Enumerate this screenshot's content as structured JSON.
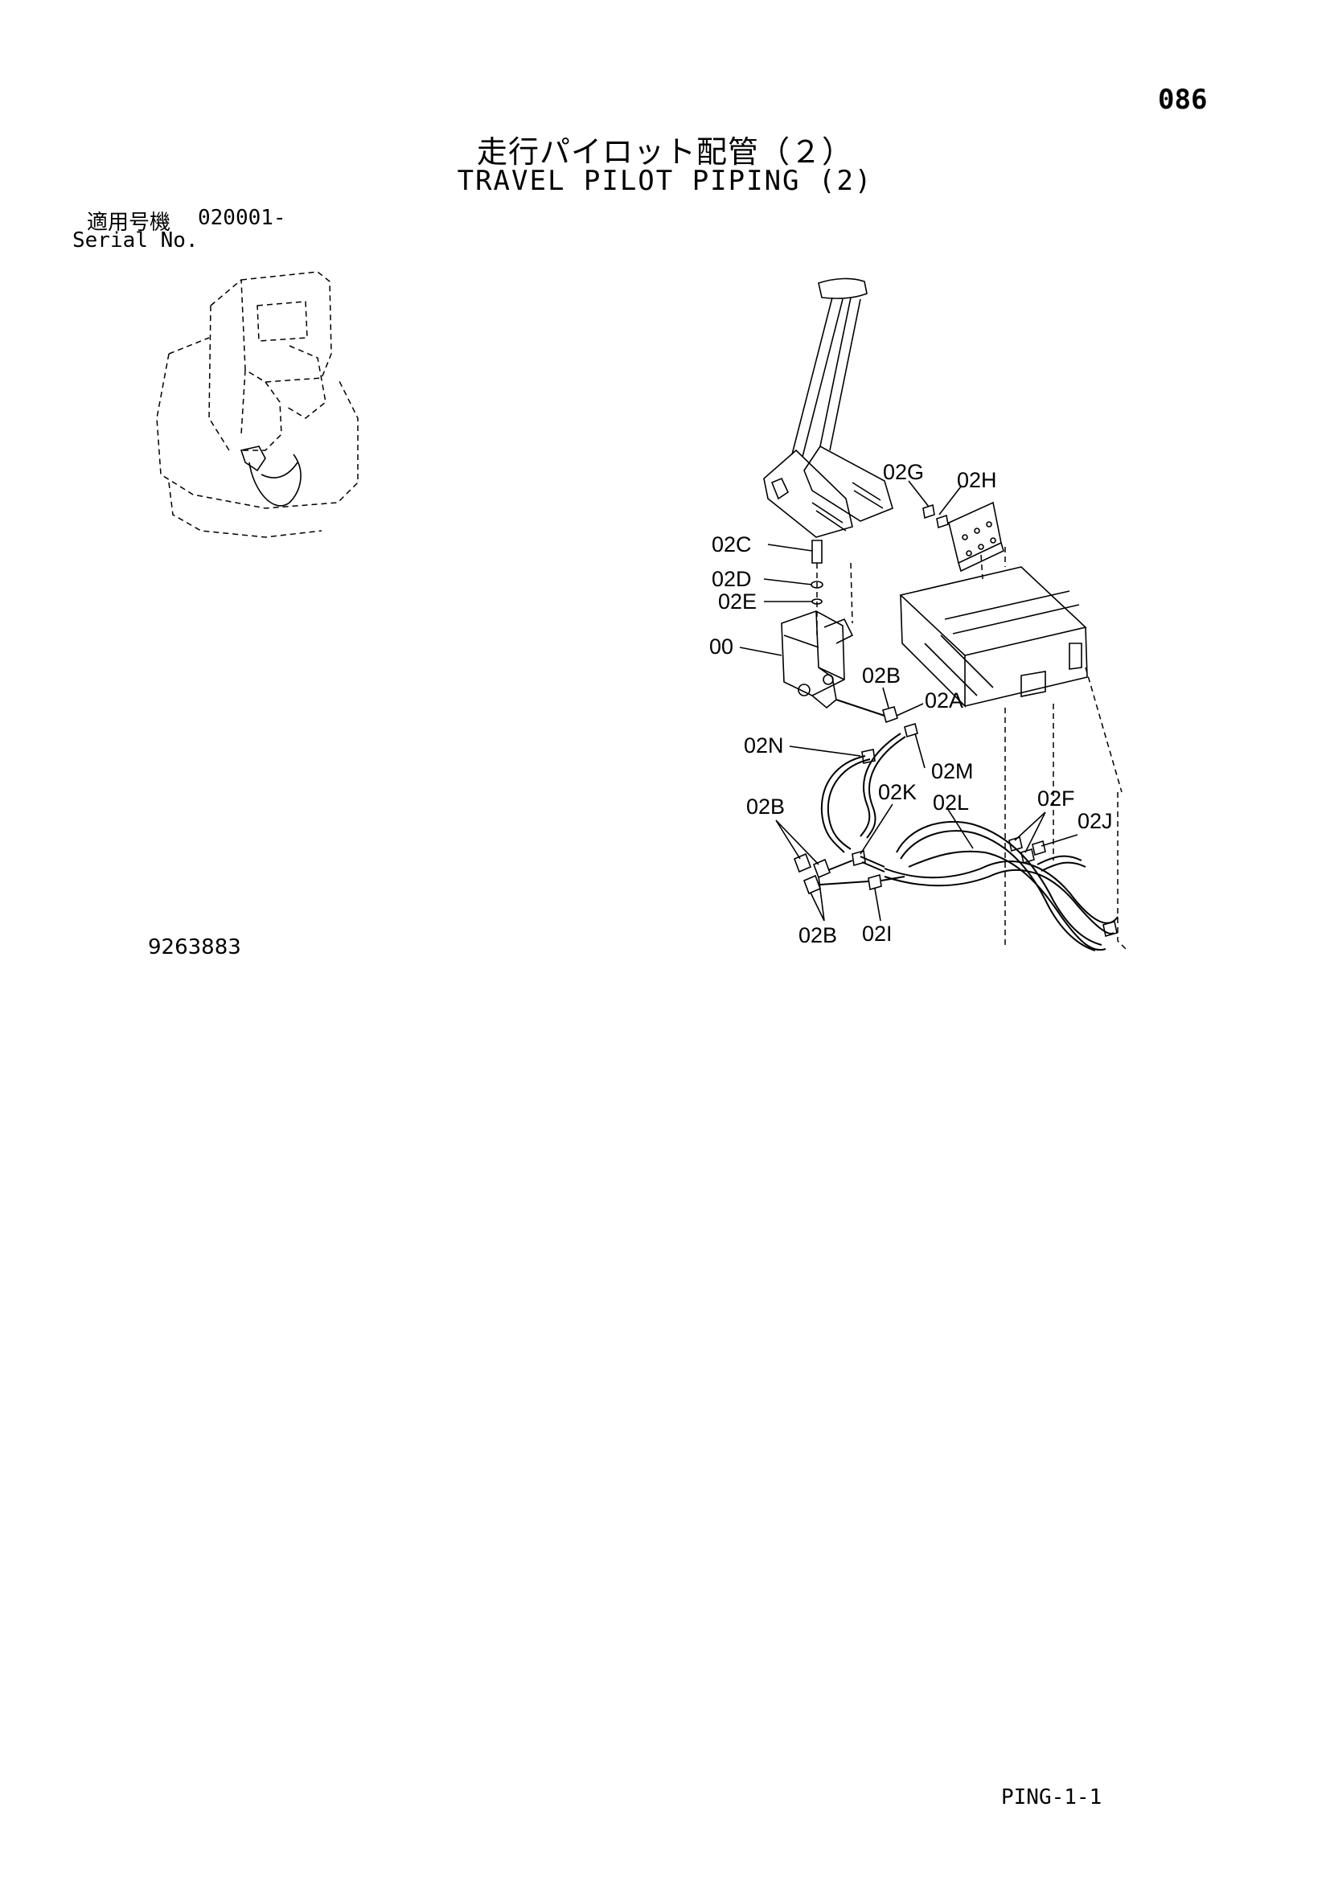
{
  "header": {
    "page_number": "086",
    "title_ja": "走行パイロット配管（２）",
    "title_en": "TRAVEL PILOT PIPING (2)"
  },
  "serial": {
    "label_ja": "適用号機",
    "value": "020001-",
    "label_en": "Serial No."
  },
  "footer": {
    "drawing_number": "9263883",
    "sheet_code": "PING-1-1"
  },
  "callouts": {
    "c02G": "02G",
    "c02H": "02H",
    "c02C": "02C",
    "c02D": "02D",
    "c02E": "02E",
    "c00": "00",
    "c02B_top": "02B",
    "c02A": "02A",
    "c02N": "02N",
    "c02M": "02M",
    "c02B_left": "02B",
    "c02K": "02K",
    "c02L": "02L",
    "c02F": "02F",
    "c02J": "02J",
    "c02B_bottom": "02B",
    "c02I": "02I"
  }
}
